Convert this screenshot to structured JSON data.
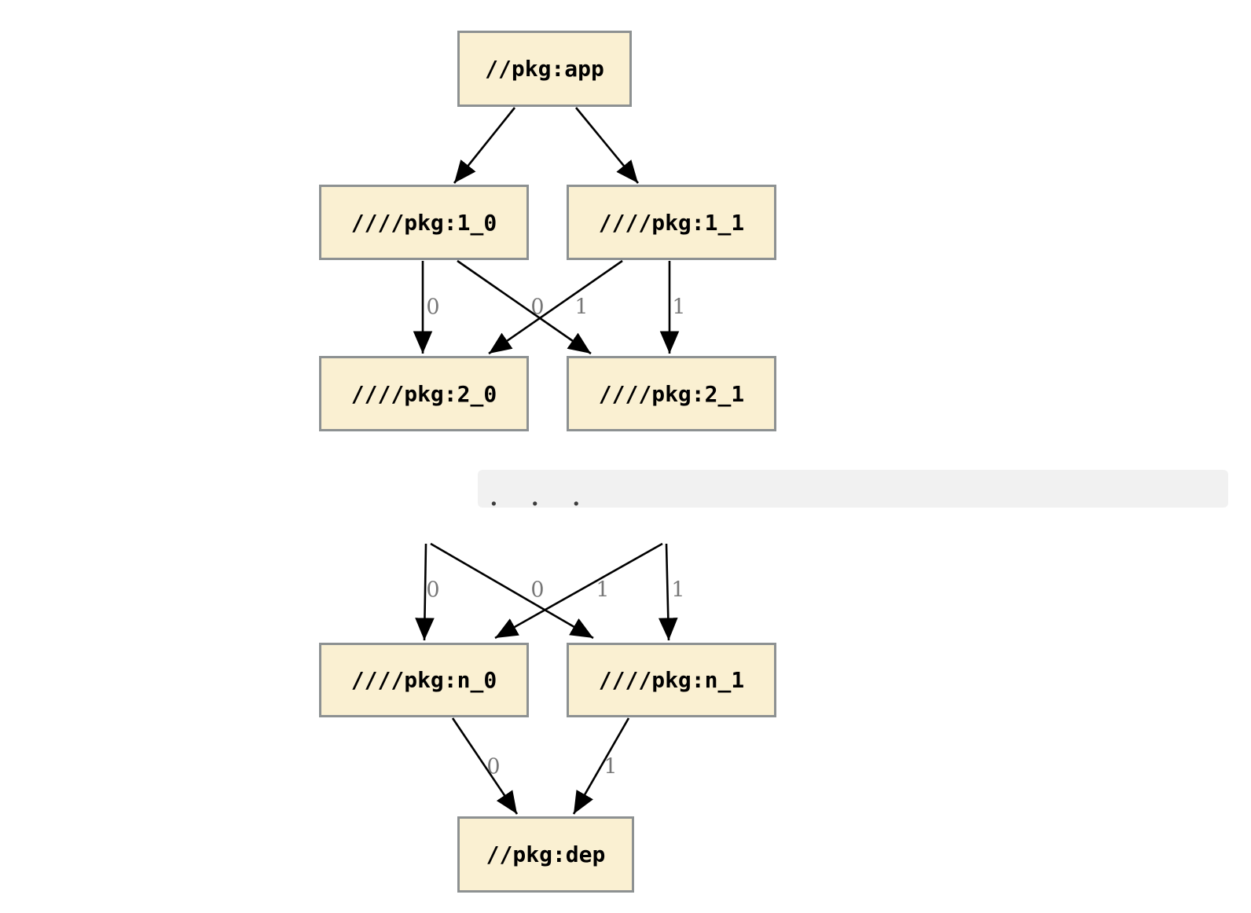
{
  "colors": {
    "node_fill": "#faf0d2",
    "node_border": "#8d9192",
    "edge": "#000000",
    "edge_label": "#777777",
    "ellipsis_bar_bg": "#f1f1f1",
    "ellipsis_dots": "#3c3c3c"
  },
  "nodes": {
    "app": "//pkg:app",
    "v1_0": "////pkg:1_0",
    "v1_1": "////pkg:1_1",
    "v2_0": "////pkg:2_0",
    "v2_1": "////pkg:2_1",
    "vn_0": "////pkg:n_0",
    "vn_1": "////pkg:n_1",
    "dep": "//pkg:dep"
  },
  "ellipsis": ". . .",
  "edge_labels": {
    "r1_left": "0",
    "r1_mid_left": "0",
    "r1_mid_right": "1",
    "r1_right": "1",
    "rn_left": "0",
    "rn_mid_left": "0",
    "rn_mid_right": "1",
    "rn_right": "1",
    "dep_left": "0",
    "dep_right": "1"
  }
}
